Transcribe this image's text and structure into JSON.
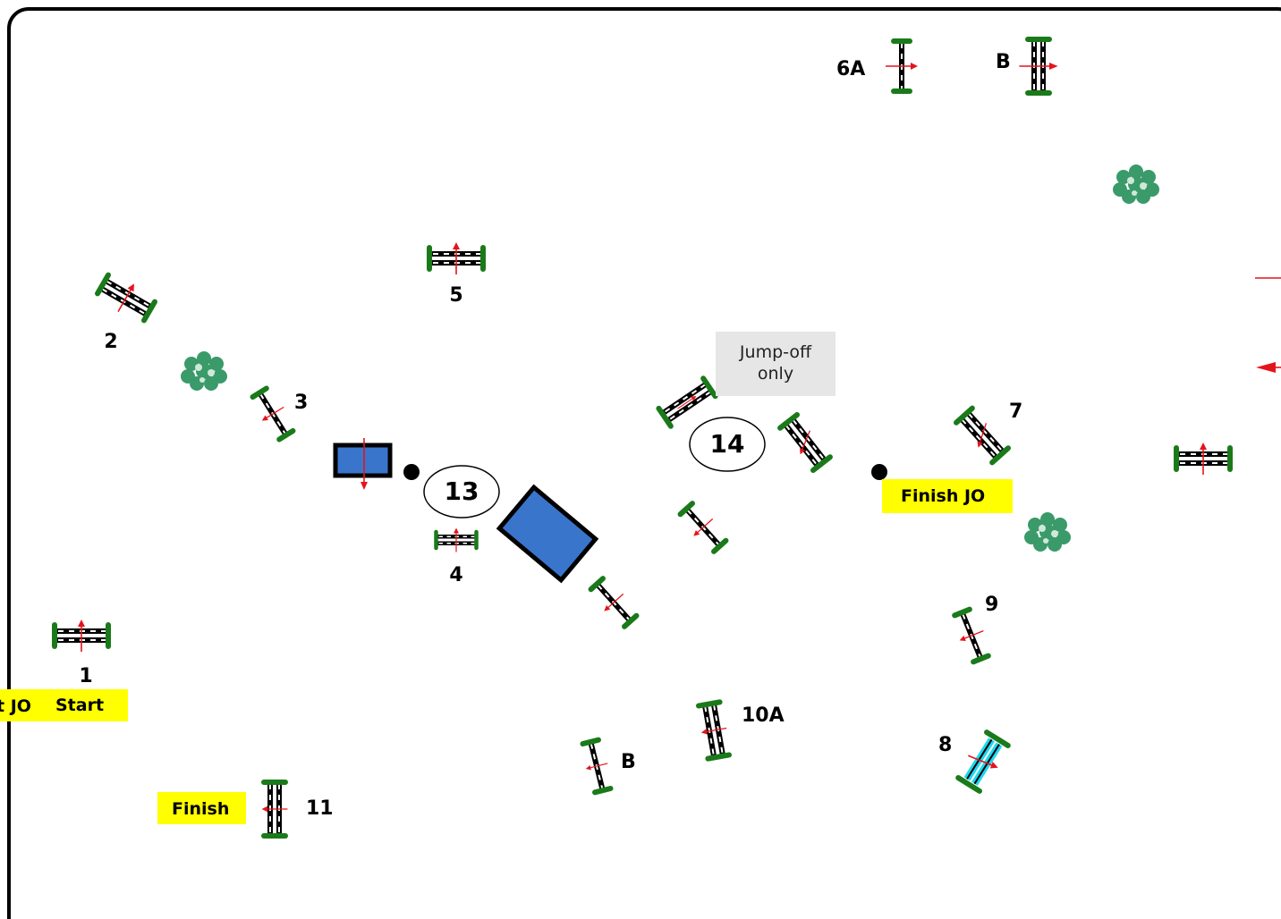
{
  "course": {
    "labels": {
      "f1": "1",
      "f2": "2",
      "f3": "3",
      "f4": "4",
      "f5": "5",
      "f6a": "6A",
      "f6b": "B",
      "f7": "7",
      "f8": "8",
      "f9": "9",
      "f10a": "10A",
      "f10b": "B",
      "f11": "11",
      "f13": "13",
      "f14": "14"
    },
    "start_tag": "Start",
    "start_jo_tag": "t JO",
    "finish_tag": "Finish",
    "finish_jo_tag": "Finish JO",
    "note_line1": "Jump-off",
    "note_line2": "only"
  },
  "colors": {
    "tag_background": "#ffff00",
    "note_background": "#e6e6e6",
    "water": "#3a75cc",
    "direction_arrow": "#e4141b",
    "stands": "#1a7a1a",
    "liverpool": "#1fd7ee"
  }
}
